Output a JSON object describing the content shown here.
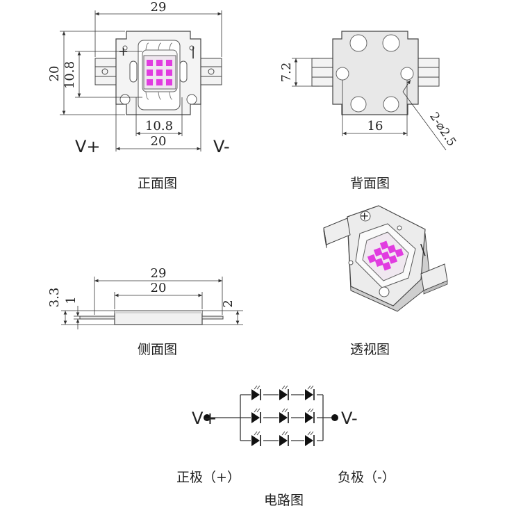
{
  "front_view": {
    "caption": "正面图",
    "dims": {
      "overall_width": "29",
      "body_width": "20",
      "inner_width": "10.8",
      "overall_height": "20",
      "inner_height": "10.8"
    },
    "polarity": {
      "plus_mark": "+",
      "minus_mark": "|",
      "v_plus": "V+",
      "v_minus": "V-"
    }
  },
  "back_view": {
    "caption": "背面图",
    "dims": {
      "pad_height": "7.2",
      "hole_spacing": "16",
      "hole_spec": "2-⌀2.5"
    }
  },
  "side_view": {
    "caption": "侧面图",
    "dims": {
      "overall_width": "29",
      "body_width": "20",
      "total_height": "3.3",
      "lead_height": "1",
      "body_height": "2"
    }
  },
  "perspective_view": {
    "caption": "透视图",
    "marks": {
      "plus": "+",
      "minus": "|"
    }
  },
  "circuit": {
    "caption": "电路图",
    "v_plus": "V+",
    "v_minus": "V-",
    "positive_label": "正极（+）",
    "negative_label": "负极（-）",
    "led_rows": 3,
    "led_cols": 3
  },
  "colors": {
    "led": "#e13ce0",
    "board": "#f2f2f2",
    "outline": "#444444",
    "dim_line": "#333333"
  }
}
